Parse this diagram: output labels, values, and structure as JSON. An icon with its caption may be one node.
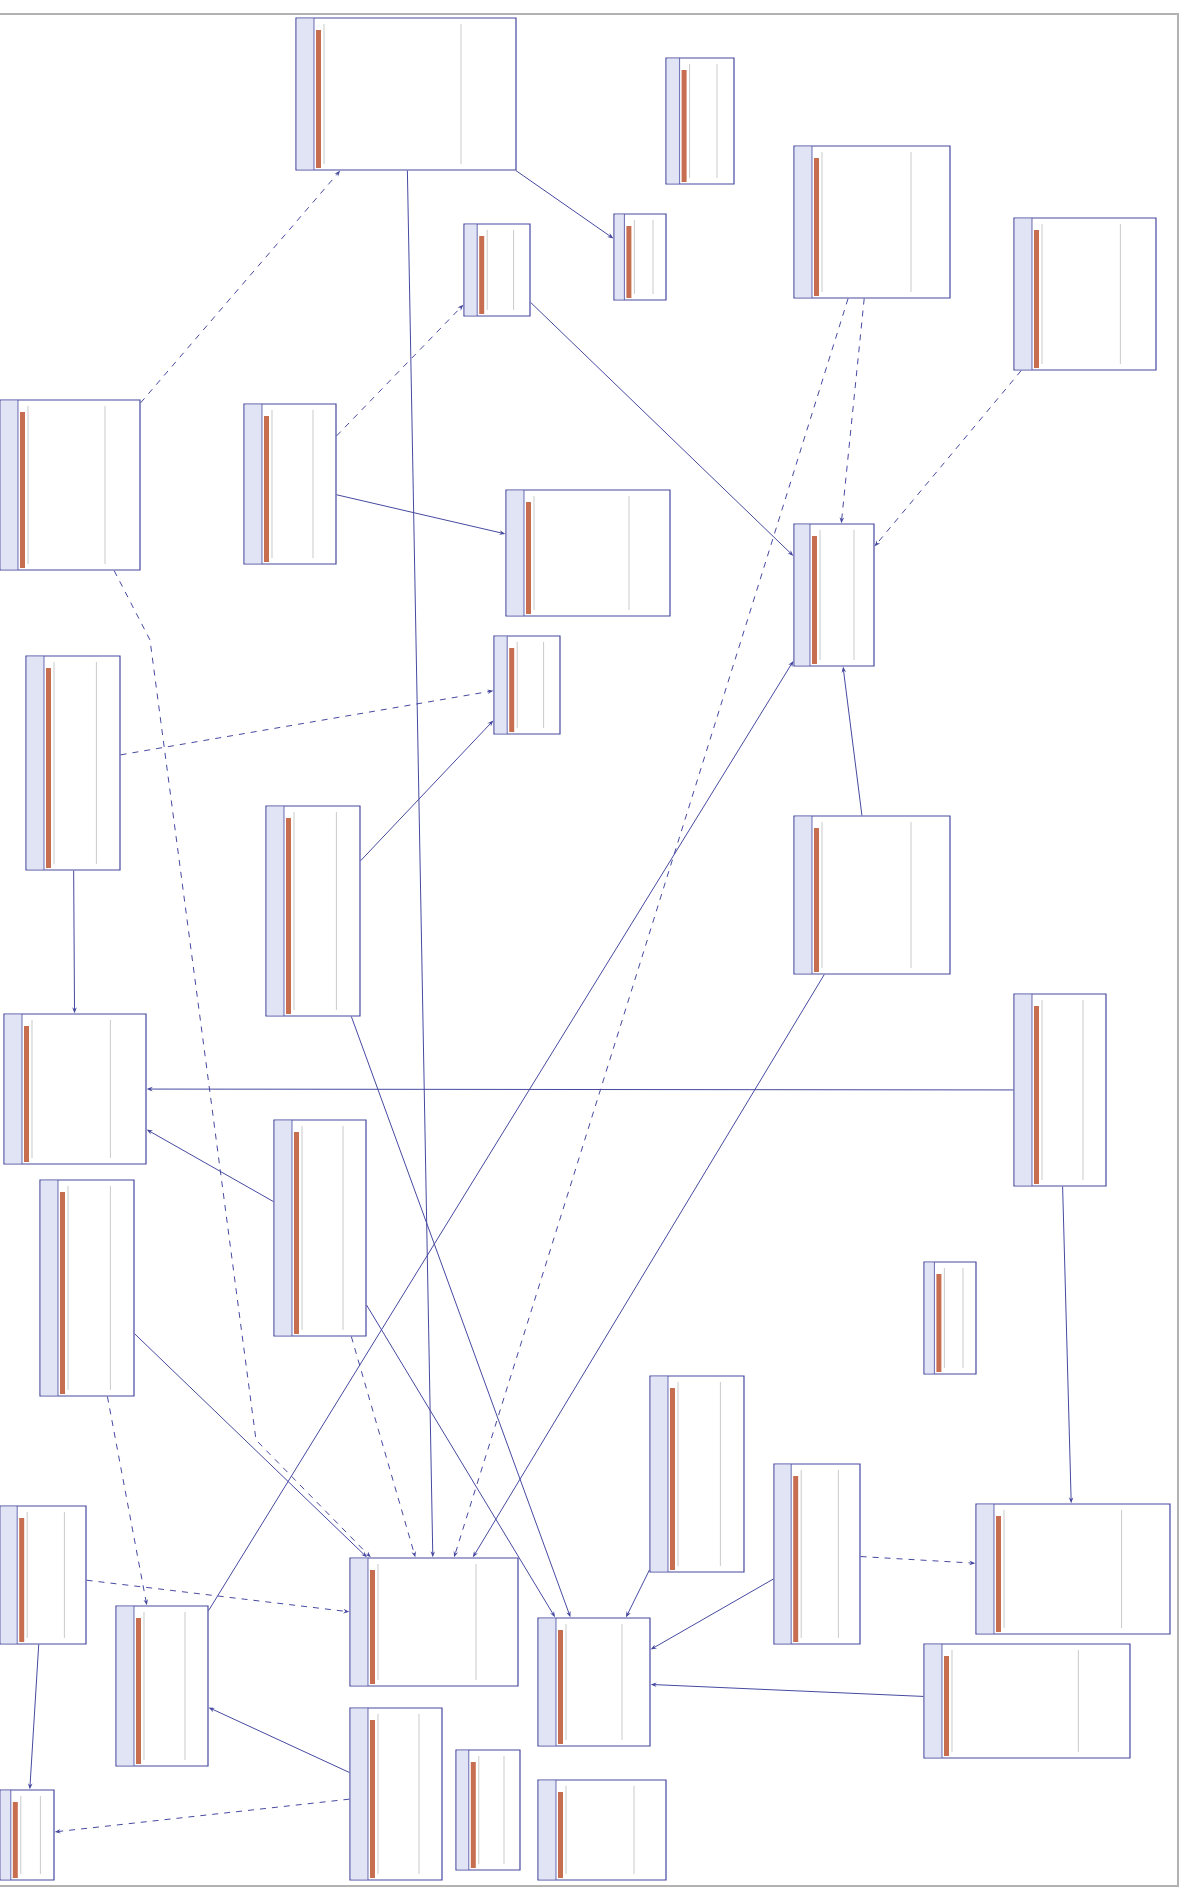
{
  "diagram": {
    "nodes": [
      {
        "text": [],
        "shape": "box"
      },
      {
        "text": [],
        "shape": "box"
      },
      {
        "text": [],
        "shape": "box"
      },
      {
        "text": [],
        "shape": "box"
      },
      {
        "text": [],
        "shape": "box"
      },
      {
        "text": [],
        "shape": "box"
      },
      {
        "text": [],
        "shape": "box"
      },
      {
        "text": [],
        "shape": "box"
      },
      {
        "text": [],
        "shape": "box"
      },
      {
        "text": [],
        "shape": "box"
      },
      {
        "text": [],
        "shape": "box"
      },
      {
        "text": [],
        "shape": "box"
      },
      {
        "text": [],
        "shape": "box"
      },
      {
        "text": [],
        "shape": "box"
      },
      {
        "text": [],
        "shape": "box"
      },
      {
        "text": [],
        "shape": "box"
      },
      {
        "text": [],
        "shape": "box"
      },
      {
        "text": [],
        "shape": "box"
      },
      {
        "text": [],
        "shape": "box"
      },
      {
        "text": [],
        "shape": "box"
      },
      {
        "text": [],
        "shape": "box"
      },
      {
        "text": [],
        "shape": "box"
      },
      {
        "text": [],
        "shape": "box"
      },
      {
        "text": [],
        "shape": "box"
      },
      {
        "text": [],
        "shape": "box"
      },
      {
        "text": [],
        "shape": "box"
      },
      {
        "text": [],
        "shape": "box"
      },
      {
        "text": [],
        "shape": "box"
      },
      {
        "text": [],
        "shape": "box"
      },
      {
        "text": [],
        "shape": "box"
      },
      {
        "text": [],
        "shape": "box"
      }
    ],
    "edges": [
      {
        "from": 6,
        "to": 0,
        "arrow": "to",
        "style": "dashed"
      },
      {
        "from": 0,
        "to": 3,
        "arrow": "to"
      },
      {
        "from": 5,
        "to": 9,
        "arrow": "to"
      },
      {
        "from": 7,
        "to": 5,
        "arrow": "to",
        "style": "dashed"
      },
      {
        "from": 7,
        "to": 8,
        "arrow": "to"
      },
      {
        "from": 0,
        "to": 23,
        "arrow": "to"
      },
      {
        "from": 2,
        "to": 9,
        "arrow": "to",
        "style": "dashed"
      },
      {
        "from": 4,
        "to": 9,
        "arrow": "to",
        "style": "dashed"
      },
      {
        "from": 13,
        "to": 9,
        "arrow": "to"
      },
      {
        "from": 24,
        "to": 9,
        "arrow": "to"
      },
      {
        "from": 14,
        "to": 15,
        "arrow": "to"
      },
      {
        "from": 16,
        "to": 15,
        "arrow": "to"
      },
      {
        "from": 11,
        "to": 15,
        "arrow": "to"
      },
      {
        "from": 11,
        "to": 10,
        "arrow": "to",
        "style": "dashed"
      },
      {
        "from": 12,
        "to": 10,
        "arrow": "to"
      },
      {
        "from": 6,
        "to": 23,
        "arrow": "to",
        "style": "dashed"
      },
      {
        "from": 16,
        "to": 23,
        "arrow": "to",
        "style": "dashed"
      },
      {
        "from": 2,
        "to": 23,
        "arrow": "to",
        "style": "dashed"
      },
      {
        "from": 13,
        "to": 23,
        "arrow": "to"
      },
      {
        "from": 17,
        "to": 24,
        "arrow": "to",
        "style": "dashed"
      },
      {
        "from": 17,
        "to": 23,
        "arrow": "to"
      },
      {
        "from": 22,
        "to": 23,
        "arrow": "to",
        "style": "dashed"
      },
      {
        "from": 22,
        "to": 30,
        "arrow": "to"
      },
      {
        "from": 27,
        "to": 30,
        "arrow": "to",
        "style": "dashed"
      },
      {
        "from": 27,
        "to": 24,
        "arrow": "to"
      },
      {
        "from": 19,
        "to": 25,
        "arrow": "to"
      },
      {
        "from": 20,
        "to": 25,
        "arrow": "to"
      },
      {
        "from": 26,
        "to": 25,
        "arrow": "to"
      },
      {
        "from": 20,
        "to": 21,
        "arrow": "to",
        "style": "dashed"
      },
      {
        "from": 14,
        "to": 21,
        "arrow": "to"
      },
      {
        "from": 16,
        "to": 25,
        "arrow": "to"
      },
      {
        "from": 12,
        "to": 25,
        "arrow": "to"
      }
    ]
  }
}
